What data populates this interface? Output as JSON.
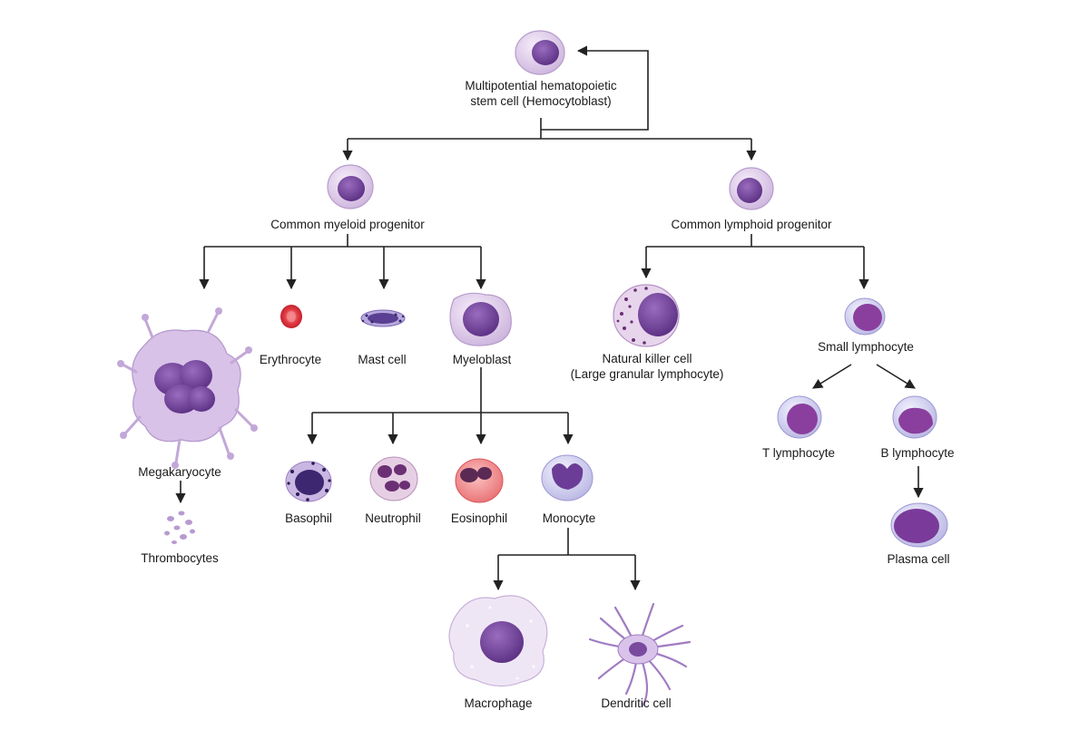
{
  "cells": {
    "stem": {
      "label_line1": "Multipotential hematopoietic",
      "label_line2": "stem cell (Hemocytoblast)"
    },
    "myeloid_progenitor": {
      "label": "Common myeloid progenitor"
    },
    "lymphoid_progenitor": {
      "label": "Common lymphoid progenitor"
    },
    "megakaryocyte": {
      "label": "Megakaryocyte"
    },
    "thrombocytes": {
      "label": "Thrombocytes"
    },
    "erythrocyte": {
      "label": "Erythrocyte"
    },
    "mast_cell": {
      "label": "Mast cell"
    },
    "myeloblast": {
      "label": "Myeloblast"
    },
    "basophil": {
      "label": "Basophil"
    },
    "neutrophil": {
      "label": "Neutrophil"
    },
    "eosinophil": {
      "label": "Eosinophil"
    },
    "monocyte": {
      "label": "Monocyte"
    },
    "macrophage": {
      "label": "Macrophage"
    },
    "dendritic_cell": {
      "label": "Dendritic cell"
    },
    "natural_killer": {
      "label_line1": "Natural killer cell",
      "label_line2": "(Large granular lymphocyte)"
    },
    "small_lymphocyte": {
      "label": "Small lymphocyte"
    },
    "t_lymphocyte": {
      "label": "T lymphocyte"
    },
    "b_lymphocyte": {
      "label": "B lymphocyte"
    },
    "plasma_cell": {
      "label": "Plasma cell"
    }
  },
  "colors": {
    "line": "#222222",
    "cytoplasm": "#e6d6ee",
    "cytoplasm_edge": "#b79ccb",
    "nucleus": "#7a4a9e",
    "nucleus_dark": "#5a2f82",
    "erythrocyte": "#e0353f",
    "eosinophil": "#f08a8a"
  }
}
